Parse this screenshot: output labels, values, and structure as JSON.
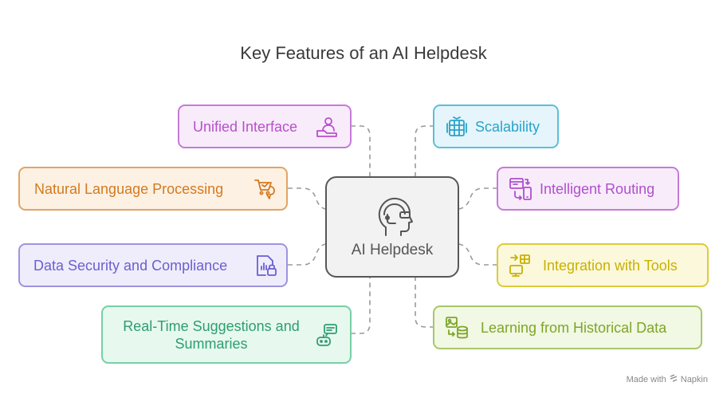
{
  "title": "Key Features of an AI Helpdesk",
  "center": {
    "label": "AI Helpdesk",
    "icon": "headset-person-icon"
  },
  "left_features": [
    {
      "label": "Unified Interface",
      "icon": "user-pedestal-icon",
      "color": "#b84fcc"
    },
    {
      "label": "Natural Language Processing",
      "icon": "chat-cart-icon",
      "color": "#d47a1e"
    },
    {
      "label": "Data Security and Compliance",
      "icon": "chart-lock-icon",
      "color": "#6b5fd0"
    },
    {
      "label_line1": "Real-Time Suggestions and",
      "label_line2": "Summaries",
      "icon": "bot-chat-icon",
      "color": "#2e9e6e"
    }
  ],
  "right_features": [
    {
      "label": "Scalability",
      "icon": "server-stack-icon",
      "color": "#2aa3c8"
    },
    {
      "label": "Intelligent Routing",
      "icon": "devices-route-icon",
      "color": "#b04fcc"
    },
    {
      "label": "Integration with Tools",
      "icon": "monitor-grid-icon",
      "color": "#c9b100"
    },
    {
      "label": "Learning from Historical Data",
      "icon": "image-database-icon",
      "color": "#7fa52a"
    }
  ],
  "footer": {
    "credit": "Made with",
    "brand": "Napkin"
  }
}
